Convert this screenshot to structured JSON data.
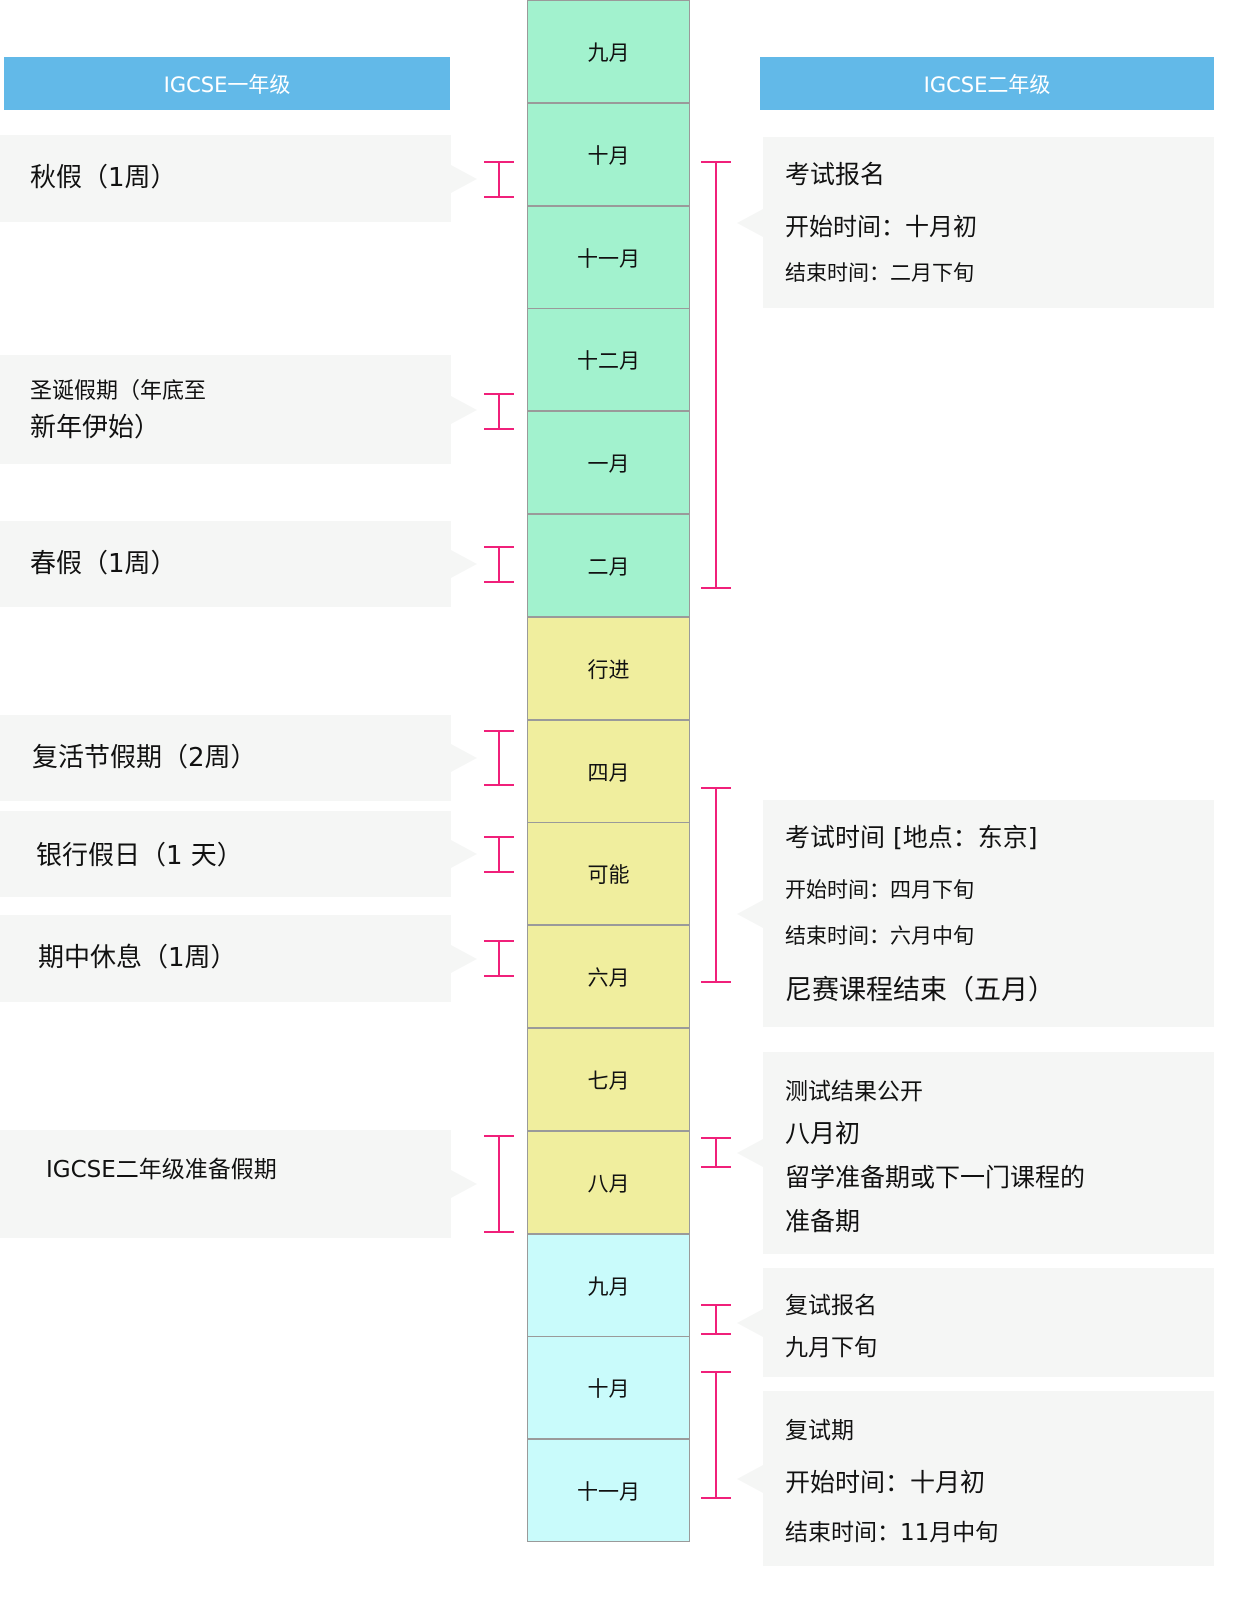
{
  "headers": {
    "left": "IGCSE一年级",
    "right": "IGCSE二年级"
  },
  "colors": {
    "header": "#62b9e8",
    "term1": "#a2f2ce",
    "term2": "#f0ee9e",
    "term3": "#c9fbfb",
    "bracket": "#f0207a"
  },
  "months": [
    "九月",
    "十月",
    "十一月",
    "十二月",
    "一月",
    "二月",
    "行进",
    "四月",
    "可能",
    "六月",
    "七月",
    "八月",
    "九月",
    "十月",
    "十一月"
  ],
  "left": [
    {
      "lines": [
        "秋假（1周）"
      ]
    },
    {
      "lines": [
        "圣诞假期（年底至",
        "新年伊始）"
      ]
    },
    {
      "lines": [
        "春假（1周）"
      ]
    },
    {
      "lines": [
        "复活节假期（2周）"
      ]
    },
    {
      "lines": [
        "银行假日（1 天）"
      ]
    },
    {
      "lines": [
        "期中休息（1周）"
      ]
    },
    {
      "lines": [
        "IGCSE二年级准备假期"
      ]
    }
  ],
  "right": [
    {
      "lines": [
        "考试报名",
        "开始时间：十月初",
        "结束时间：二月下旬"
      ]
    },
    {
      "lines": [
        "考试时间 [地点：东京]",
        "开始时间：四月下旬",
        "结束时间：六月中旬",
        "尼赛课程结束（五月）"
      ]
    },
    {
      "lines": [
        "测试结果公开",
        "八月初",
        "留学准备期或下一门课程的",
        "准备期"
      ]
    },
    {
      "lines": [
        "复试报名",
        "九月下旬"
      ]
    },
    {
      "lines": [
        "复试期",
        "开始时间：十月初",
        "结束时间：11月中旬"
      ]
    }
  ]
}
